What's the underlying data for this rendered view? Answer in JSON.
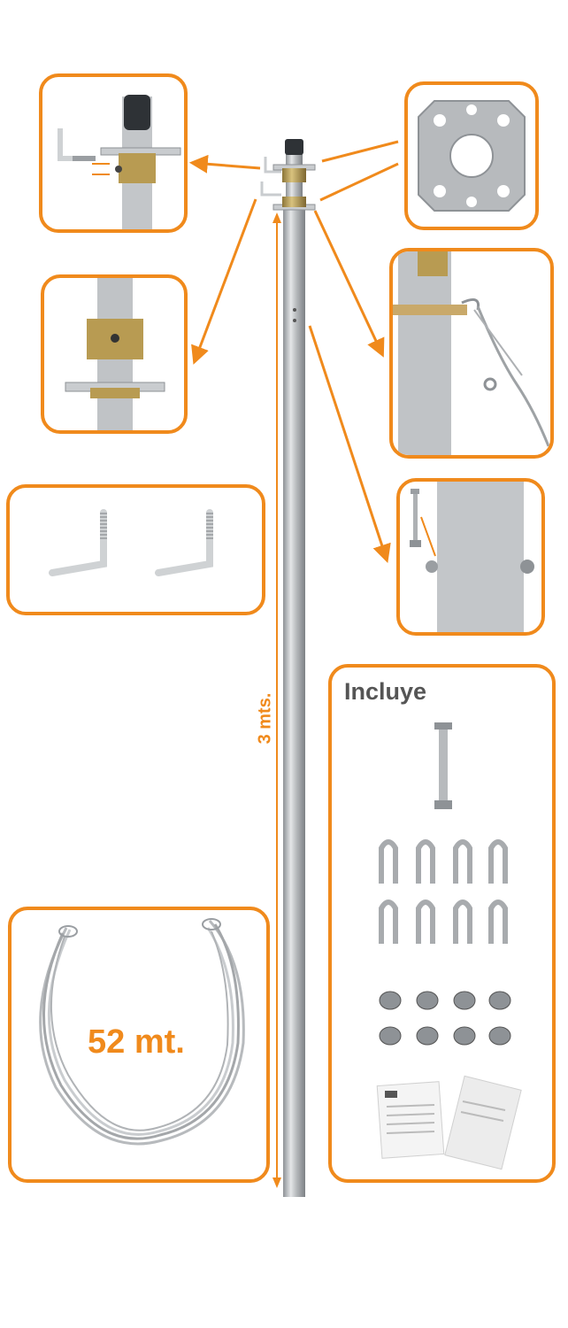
{
  "labels": {
    "height": "3 mts.",
    "cable_length": "52 mt.",
    "includes_title": "Incluye"
  },
  "colors": {
    "accent": "#f08a1c",
    "metal": "#b9bcbf",
    "brass": "#b89b52",
    "dark": "#2e3236"
  },
  "icons": [
    "pole",
    "cap",
    "flange-plate",
    "l-bolt",
    "hex-bolt",
    "u-clamp",
    "wire-rope-clip",
    "wire-coil",
    "instruction-sheet",
    "arrow"
  ]
}
